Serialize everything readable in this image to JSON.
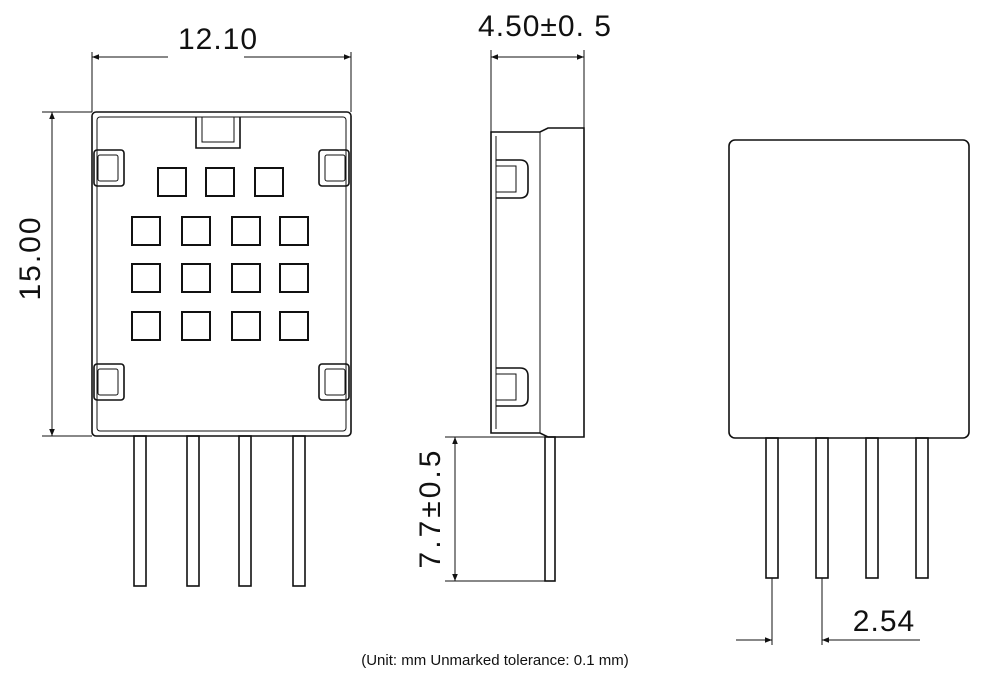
{
  "dimensions": {
    "width": "12.10",
    "height": "15.00",
    "depth": "4.50±0. 5",
    "pin_length": "7.7±0.5",
    "pin_pitch": "2.54"
  },
  "caption": "(Unit: mm   Unmarked tolerance: 0.1 mm)",
  "colors": {
    "line": "#111111",
    "background": "#ffffff"
  }
}
